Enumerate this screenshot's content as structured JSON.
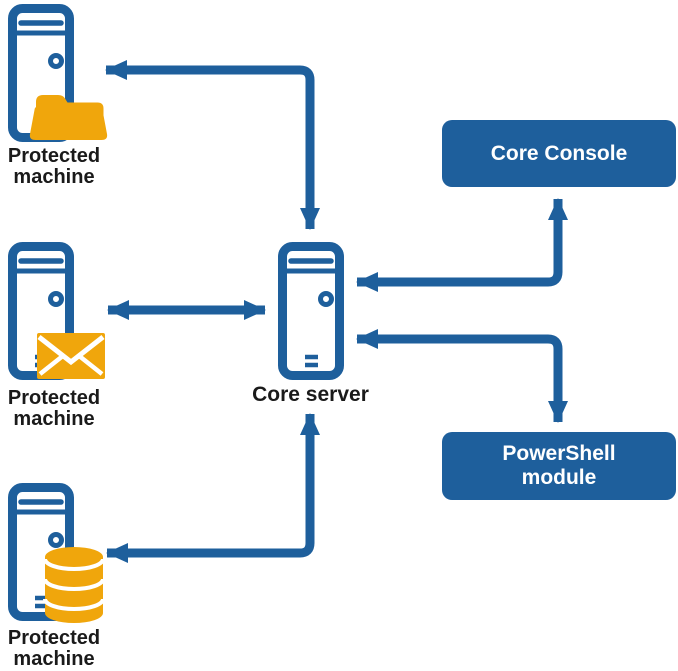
{
  "colors": {
    "primary_blue": "#1E5F9C",
    "accent_gold": "#F0A60C",
    "label_text": "#1A1A1A",
    "box_text": "#FFFFFF",
    "background": "#FFFFFF"
  },
  "nodes": {
    "protected_machine_1": {
      "label": "Protected machine",
      "icon": "server-tower-icon + folder-icon"
    },
    "protected_machine_2": {
      "label": "Protected machine",
      "icon": "server-tower-icon + envelope-icon"
    },
    "protected_machine_3": {
      "label": "Protected machine",
      "icon": "server-tower-icon + database-icon"
    },
    "core_server": {
      "label": "Core server",
      "icon": "server-tower-icon"
    },
    "core_console": {
      "label": "Core Console"
    },
    "powershell_module": {
      "label": "PowerShell module"
    }
  },
  "connections": [
    {
      "from": "core_server",
      "to": "protected_machine_1",
      "style": "elbow",
      "arrowheads": "both"
    },
    {
      "from": "core_server",
      "to": "protected_machine_2",
      "style": "straight",
      "arrowheads": "both"
    },
    {
      "from": "core_server",
      "to": "protected_machine_3",
      "style": "elbow",
      "arrowheads": "both"
    },
    {
      "from": "core_server",
      "to": "core_console",
      "style": "elbow",
      "arrowheads": "both"
    },
    {
      "from": "core_server",
      "to": "powershell_module",
      "style": "elbow",
      "arrowheads": "both"
    }
  ]
}
